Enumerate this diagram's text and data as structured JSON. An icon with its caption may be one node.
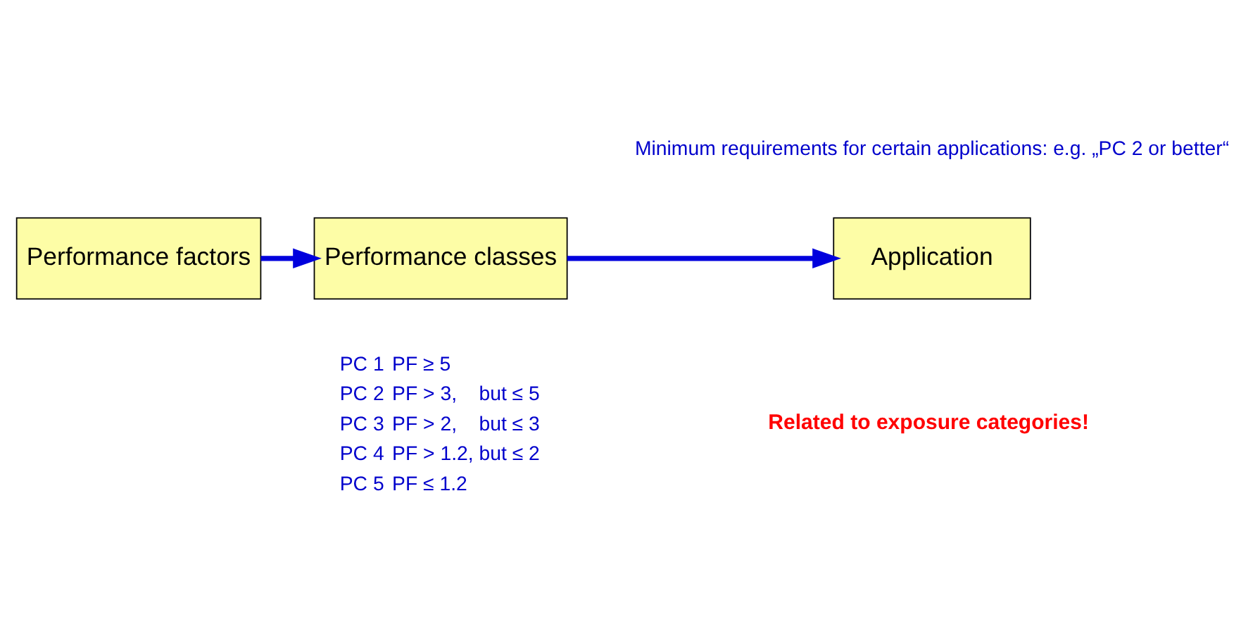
{
  "diagram": {
    "nodes": [
      {
        "text": [
          "Performance factors"
        ]
      },
      {
        "text": [
          "Performance classes"
        ]
      },
      {
        "text": [
          "Application"
        ]
      }
    ],
    "edges": [
      {
        "from": 0,
        "to": 1,
        "arrow": "to"
      },
      {
        "from": 1,
        "to": 2,
        "arrow": "to"
      }
    ],
    "labels": [
      "Minimum requirements for certain applications: e.g. „PC 2 or better“",
      "PC 1",
      "PF ≥ 5",
      "PC 2",
      "PF > 3,    but ≤ 5",
      "PC 3",
      "PF > 2,    but ≤ 3",
      "PC 4",
      "PF > 1.2, but ≤ 2",
      "PC 5",
      "PF ≤ 1.2",
      "Related to exposure categories!"
    ]
  }
}
